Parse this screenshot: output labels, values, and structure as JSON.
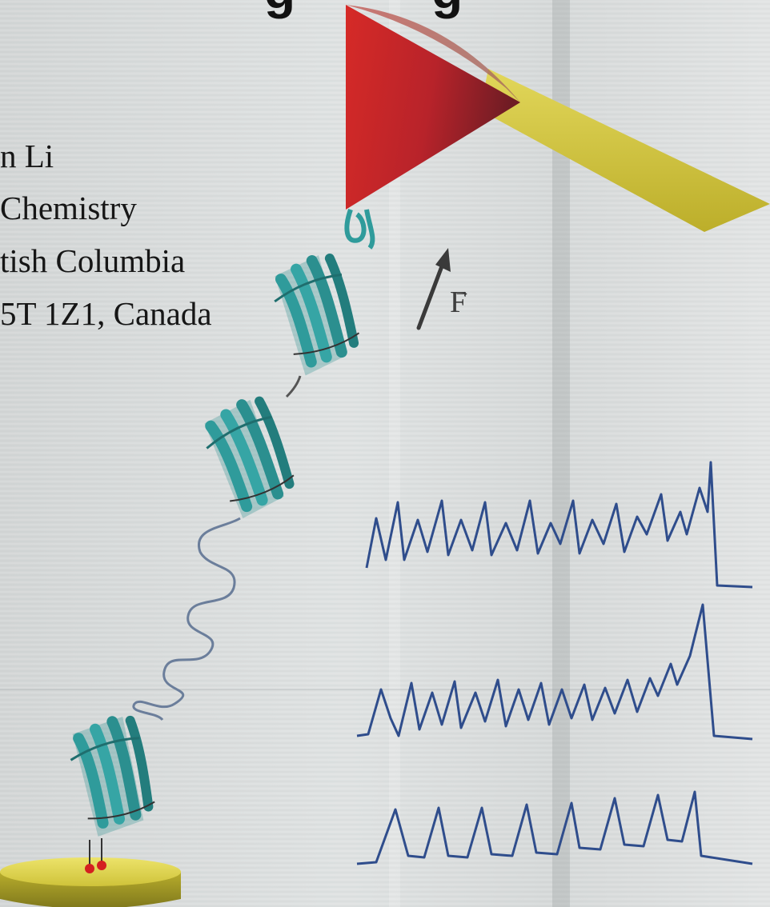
{
  "title_fragment": "g         g",
  "affiliation": {
    "name": "n Li",
    "department": "Chemistry",
    "university": "tish Columbia",
    "address": "5T 1Z1, Canada"
  },
  "force_label": "F",
  "colors": {
    "background": "#dadddd",
    "cantilever_tip": "#c42a2a",
    "cantilever_beam": "#d0c33a",
    "protein_ribbon": "#2f9b9b",
    "linker": "#6b7e9b",
    "force_trace": "#2f4d8c",
    "substrate": "#d8d044",
    "attachment_points": "#d42020"
  }
}
